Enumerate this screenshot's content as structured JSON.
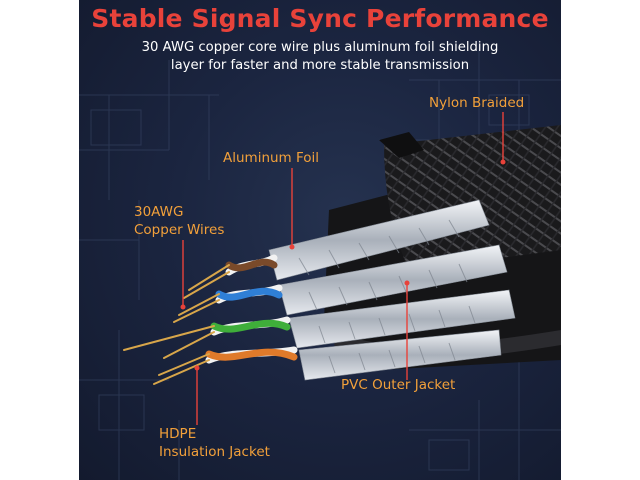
{
  "title": "Stable Signal Sync Performance",
  "subtitle_line1": "30 AWG copper core wire plus aluminum foil shielding",
  "subtitle_line2": "layer for faster and more stable transmission",
  "labels": {
    "nylon_braided": "Nylon Braided",
    "aluminum_foil": "Aluminum Foil",
    "copper_wires_line1": "30AWG",
    "copper_wires_line2": "Copper Wires",
    "pvc_outer_jacket": "PVC Outer Jacket",
    "hdpe_line1": "HDPE",
    "hdpe_line2": "Insulation Jacket"
  },
  "colors": {
    "title": "#e8423a",
    "label": "#f2a03a",
    "leader_line": "#e8423a",
    "background": "#1b2540",
    "wire_brown": "#7a4a2a",
    "wire_blue": "#2f7fd6",
    "wire_green": "#3fae3a",
    "wire_orange": "#e07a2a"
  }
}
